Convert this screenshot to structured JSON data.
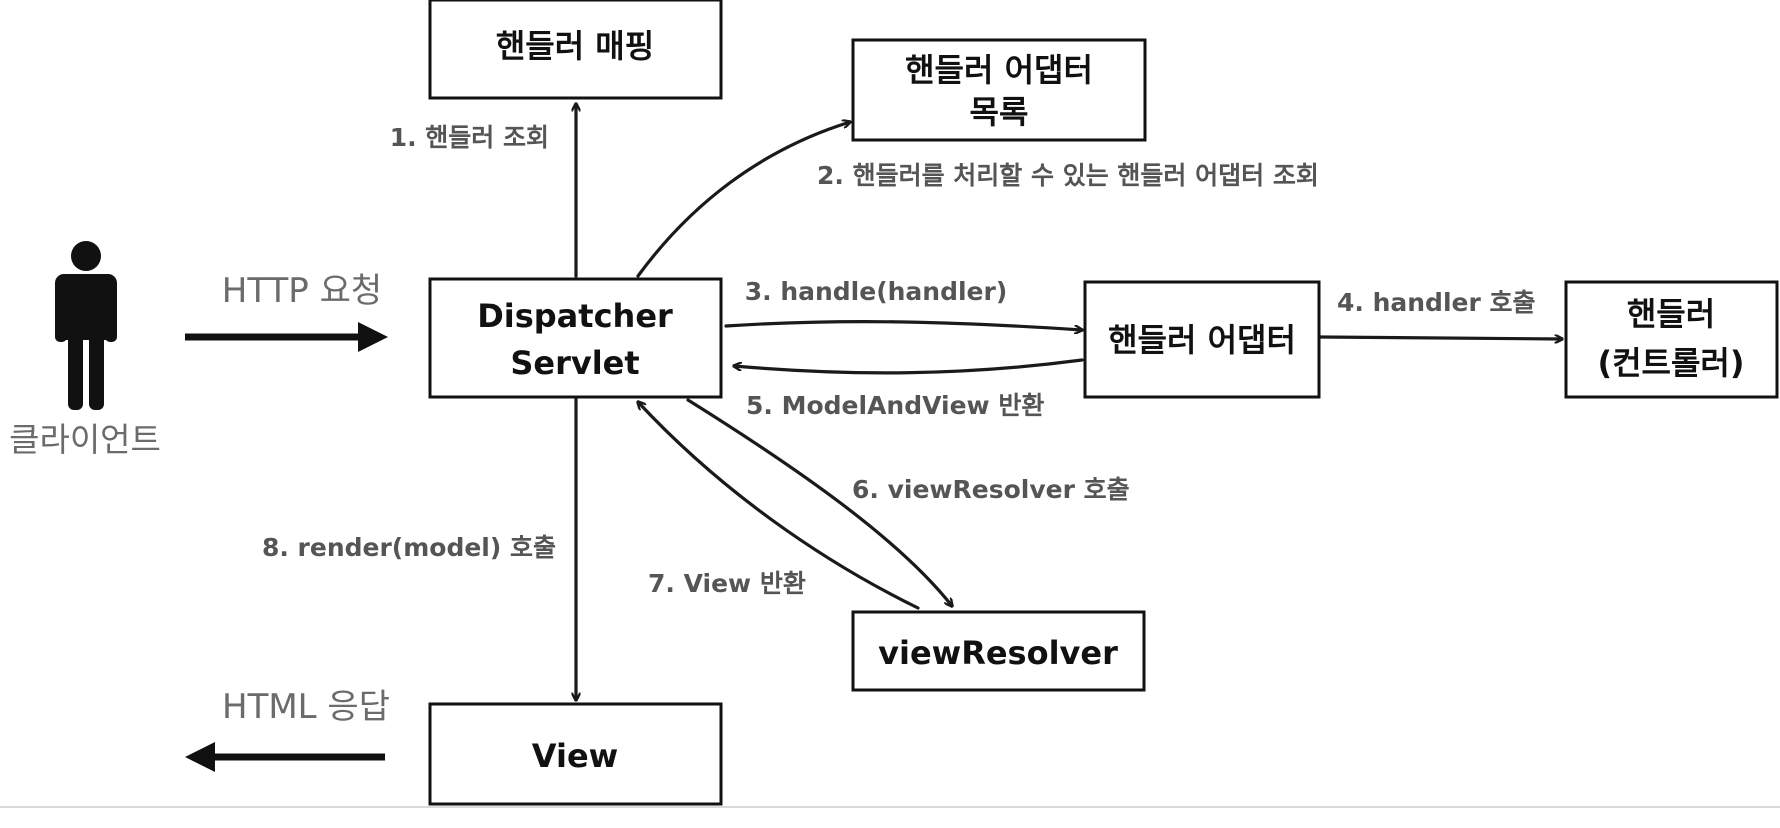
{
  "client": {
    "label": "클라이언트",
    "request_label": "HTTP 요청",
    "response_label": "HTML 응답"
  },
  "nodes": {
    "handler_mapping": {
      "lines": [
        "핸들러 매핑"
      ]
    },
    "handler_adapter_list": {
      "lines": [
        "핸들러 어댑터",
        "목록"
      ]
    },
    "dispatcher_servlet": {
      "lines": [
        "Dispatcher",
        "Servlet"
      ]
    },
    "handler_adapter": {
      "lines": [
        "핸들러 어댑터"
      ]
    },
    "handler": {
      "lines": [
        "핸들러",
        "(컨트롤러)"
      ]
    },
    "view_resolver": {
      "lines": [
        "viewResolver"
      ]
    },
    "view": {
      "lines": [
        "View"
      ]
    }
  },
  "steps": {
    "s1": "1. 핸들러 조회",
    "s2": "2. 핸들러를 처리할 수 있는 핸들러 어댑터 조회",
    "s3": "3. handle(handler)",
    "s4": "4. handler 호출",
    "s5": "5. ModelAndView 반환",
    "s6": "6. viewResolver 호출",
    "s7": "7. View 반환",
    "s8": "8. render(model) 호출"
  },
  "icons": {
    "actor": "person-icon"
  },
  "colors": {
    "stroke": "#111111",
    "label": "#555555",
    "io_label": "#6b6b6b",
    "background": "#ffffff"
  }
}
